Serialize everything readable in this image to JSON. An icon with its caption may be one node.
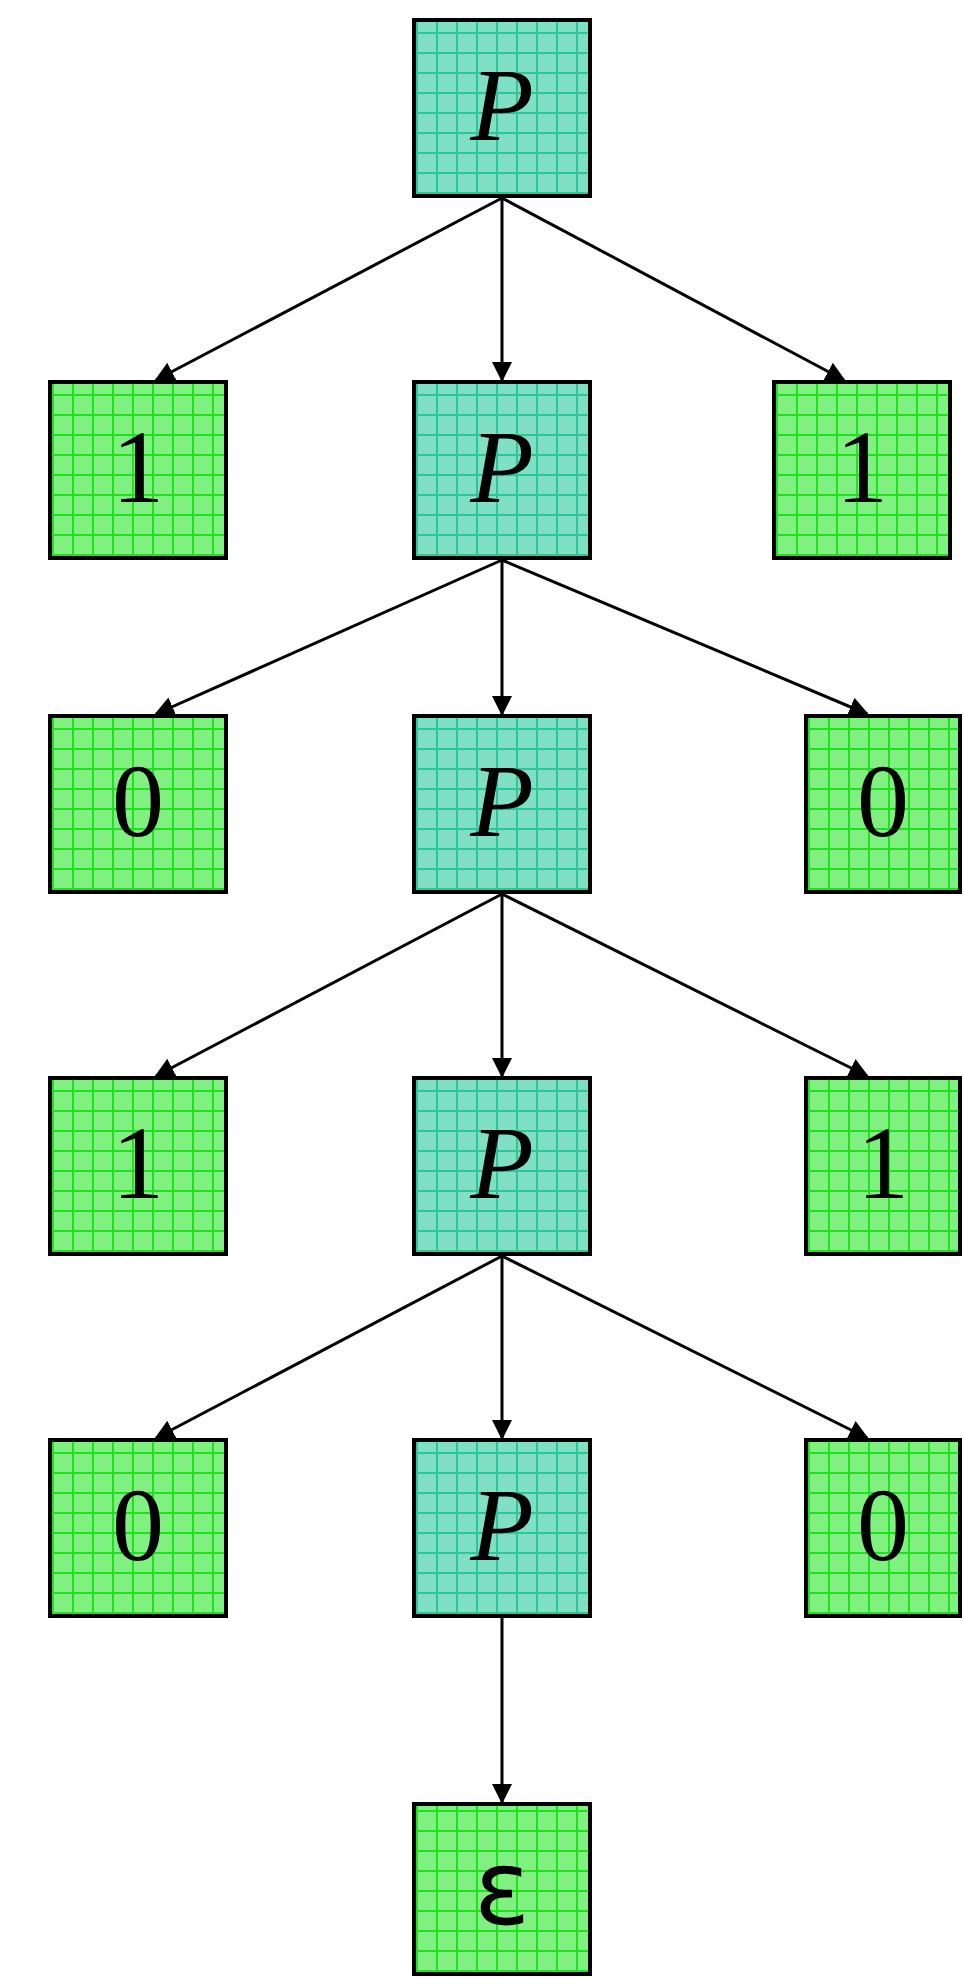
{
  "diagram": {
    "nodes": [
      {
        "text": [
          "P"
        ]
      },
      {
        "text": [
          "1"
        ]
      },
      {
        "text": [
          "P"
        ]
      },
      {
        "text": [
          "1"
        ]
      },
      {
        "text": [
          "0"
        ]
      },
      {
        "text": [
          "P"
        ]
      },
      {
        "text": [
          "0"
        ]
      },
      {
        "text": [
          "1"
        ]
      },
      {
        "text": [
          "P"
        ]
      },
      {
        "text": [
          "1"
        ]
      },
      {
        "text": [
          "0"
        ]
      },
      {
        "text": [
          "P"
        ]
      },
      {
        "text": [
          "0"
        ]
      },
      {
        "text": [
          "ε"
        ]
      }
    ],
    "edges": [
      {
        "from": 0,
        "to": 1,
        "arrow": "to"
      },
      {
        "from": 0,
        "to": 2,
        "arrow": "to"
      },
      {
        "from": 0,
        "to": 3,
        "arrow": "to"
      },
      {
        "from": 2,
        "to": 4,
        "arrow": "to"
      },
      {
        "from": 2,
        "to": 5,
        "arrow": "to"
      },
      {
        "from": 2,
        "to": 6,
        "arrow": "to"
      },
      {
        "from": 5,
        "to": 7,
        "arrow": "to"
      },
      {
        "from": 5,
        "to": 8,
        "arrow": "to"
      },
      {
        "from": 5,
        "to": 9,
        "arrow": "to"
      },
      {
        "from": 8,
        "to": 10,
        "arrow": "to"
      },
      {
        "from": 8,
        "to": 11,
        "arrow": "to"
      },
      {
        "from": 8,
        "to": 12,
        "arrow": "to"
      },
      {
        "from": 11,
        "to": 13,
        "arrow": "to"
      }
    ]
  }
}
